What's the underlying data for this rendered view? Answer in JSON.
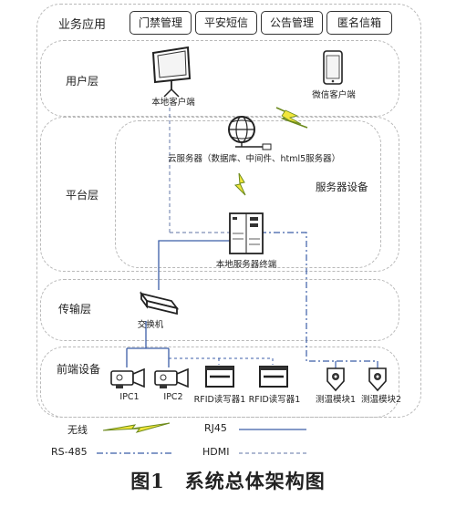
{
  "business": {
    "label": "业务应用",
    "tabs": [
      "门禁管理",
      "平安短信",
      "公告管理",
      "匿名信箱"
    ]
  },
  "layers": {
    "user": "用户层",
    "platform": "平台层",
    "transmission": "传输层",
    "frontend": "前端设备"
  },
  "nodes": {
    "local_client": "本地客户端",
    "wechat_client": "微信客户端",
    "cloud_server": "云服务器（数据库、中间件、html5服务器）",
    "server_group": "服务器设备",
    "local_server": "本地服务器终端",
    "switch": "交换机",
    "ipc1": "IPC1",
    "ipc2": "IPC2",
    "rfid1": "RFID读写器1",
    "rfid2": "RFID读写器1",
    "temp1": "测温模块1",
    "temp2": "测温模块2"
  },
  "legend": {
    "wireless": "无线",
    "rj45": "RJ45",
    "rs485": "RS-485",
    "hdmi": "HDMI"
  },
  "caption": "图1　系统总体架构图"
}
